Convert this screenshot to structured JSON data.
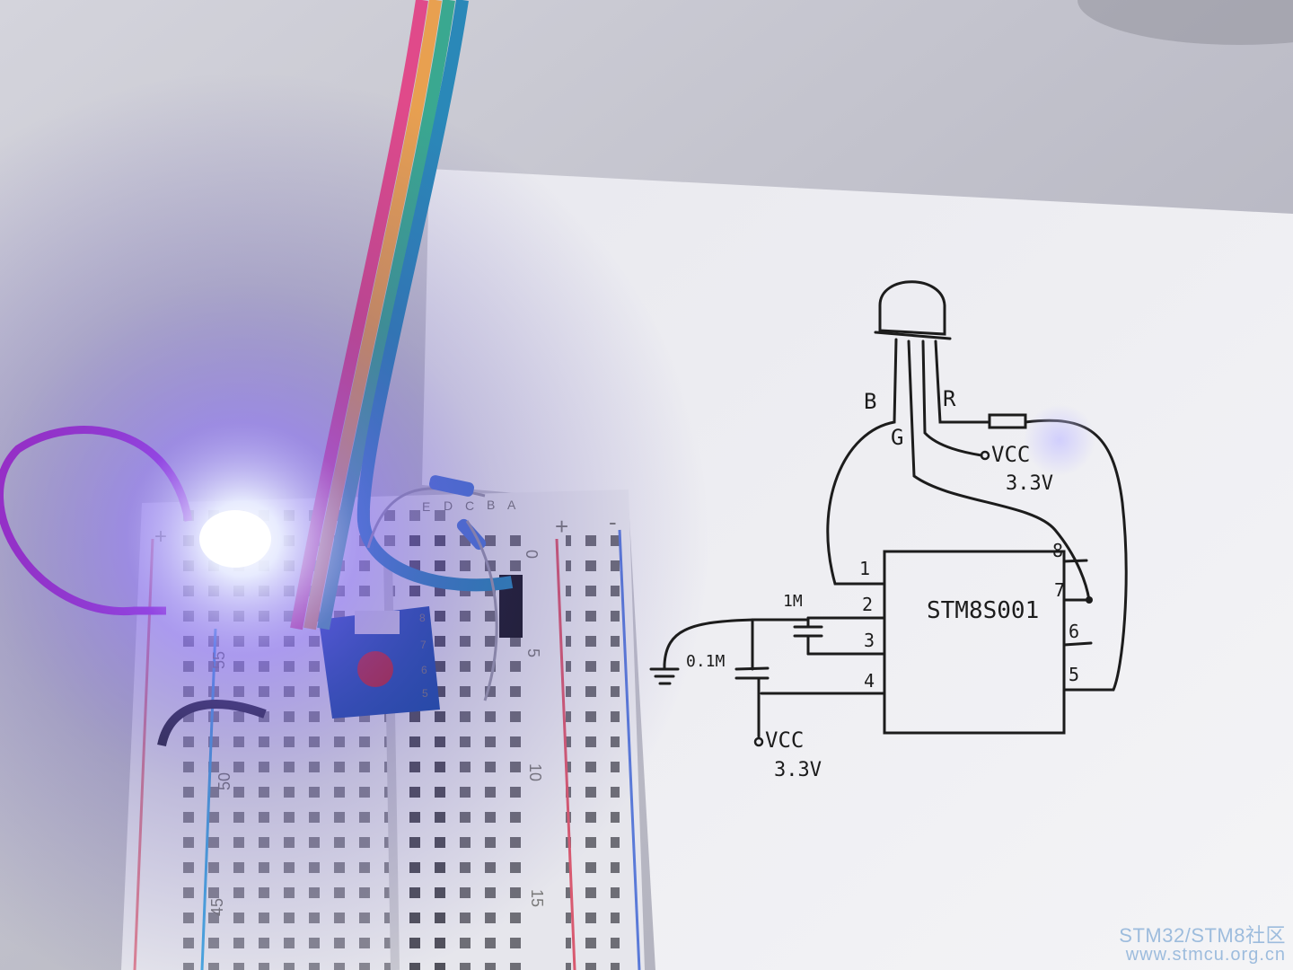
{
  "schematic": {
    "led_pins": {
      "blue": "B",
      "green": "G",
      "red": "R"
    },
    "vcc_top": {
      "label": "VCC",
      "voltage": "3.3V"
    },
    "chip": {
      "name": "STM8S001"
    },
    "chip_pins": [
      "1",
      "2",
      "3",
      "4",
      "5",
      "6",
      "7",
      "8"
    ],
    "capacitor_1": "1M",
    "capacitor_2": "0.1M",
    "vcc_bottom": {
      "label": "VCC",
      "voltage": "3.3V"
    }
  },
  "breadboard": {
    "row_numbers": [
      "0",
      "5",
      "10",
      "15"
    ],
    "side_numbers": [
      "55",
      "50",
      "45"
    ],
    "column_letters": [
      "A",
      "B",
      "C",
      "D",
      "E"
    ],
    "rail_plus": "+",
    "rail_minus": "-",
    "module_pins": [
      "8",
      "7",
      "6",
      "5"
    ]
  },
  "watermark": {
    "line1": "STM32/STM8社区",
    "line2": "www.stmcu.org.cn"
  },
  "colors": {
    "glow": "#eef0ff",
    "wire_purple": "#b02ad0",
    "paper": "#f1f1f4",
    "ink": "#1c1c1c"
  }
}
